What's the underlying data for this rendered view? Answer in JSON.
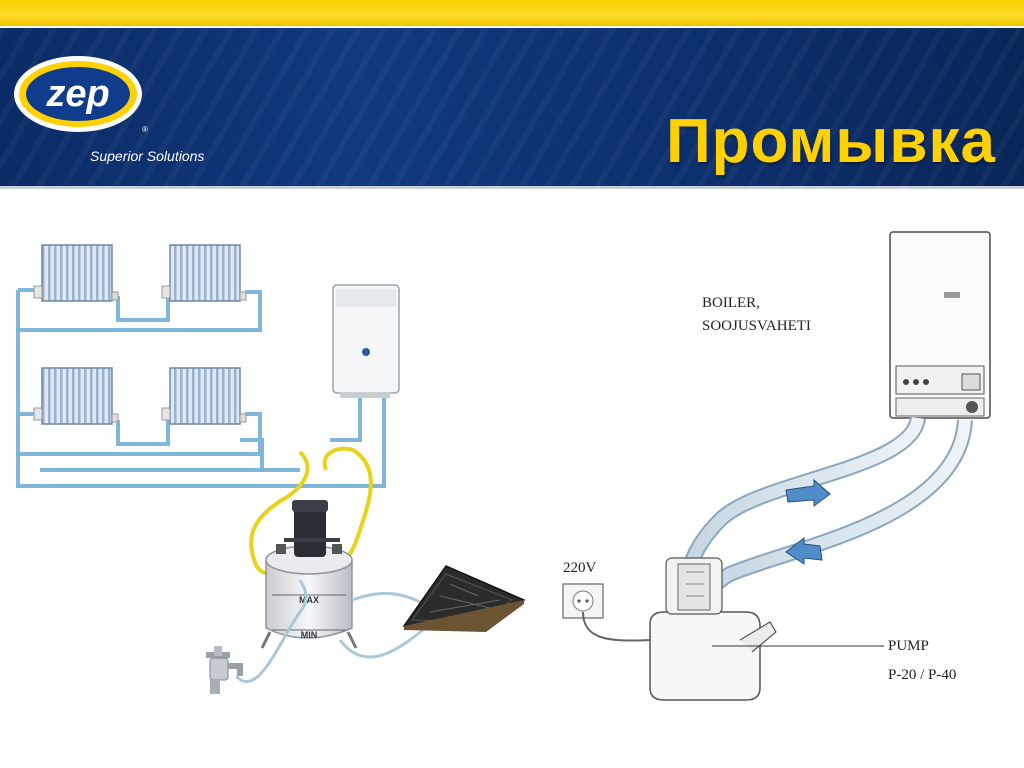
{
  "header": {
    "logo_text": "zep",
    "registered_mark": "®",
    "tagline": "Superior Solutions",
    "title": "Промывка"
  },
  "diagram": {
    "left_gauge_labels": {
      "max": "MAX",
      "min": "MIN"
    },
    "boiler_label_line1": "BOILER,",
    "boiler_label_line2": "SOOJUSVAHETI",
    "voltage_label": "220V",
    "pump_label": "PUMP",
    "pump_model_label": "P-20 / P-40"
  },
  "colors": {
    "header_blue": "#0c2f6c",
    "title_yellow": "#ffd100",
    "pipe_blue": "#7fb6d9",
    "hose_yellow": "#e8d21a"
  }
}
